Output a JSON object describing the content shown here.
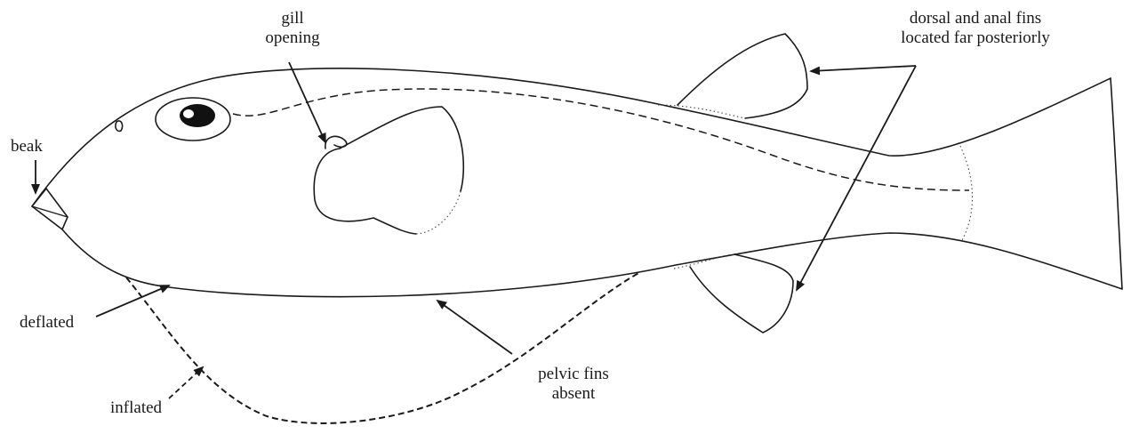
{
  "labels": {
    "gill_line1": "gill",
    "gill_line2": "opening",
    "fins_line1": "dorsal and anal fins",
    "fins_line2": "located far posteriorly",
    "beak": "beak",
    "deflated": "deflated",
    "inflated": "inflated",
    "pelvic_line1": "pelvic fins",
    "pelvic_line2": "absent"
  },
  "colors": {
    "ink": "#1a1a1a",
    "background": "#ffffff"
  }
}
